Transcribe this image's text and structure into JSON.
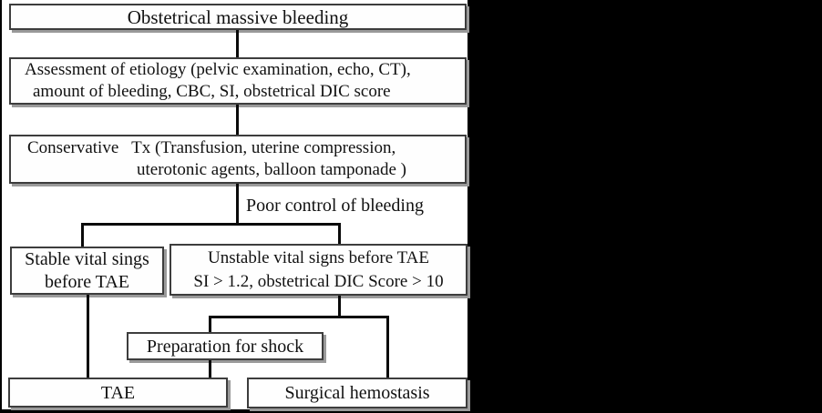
{
  "figure": {
    "background_color": "#000000",
    "panel_color": "#ffffff"
  },
  "nodes": {
    "root": {
      "label": "Obstetrical massive bleeding"
    },
    "assessment": {
      "line1": "Assessment of etiology (pelvic examination, echo, CT),",
      "line2": "amount of bleeding, CBC, SI, obstetrical DIC score"
    },
    "conservative": {
      "line1": "Conservative   Tx (Transfusion, uterine compression,",
      "line2": "uterotonic agents, balloon tamponade )"
    },
    "stable": {
      "line1": "Stable vital sings",
      "line2": "before TAE"
    },
    "unstable": {
      "line1": "Unstable vital signs before TAE",
      "line2": "SI > 1.2, obstetrical DIC Score > 10"
    },
    "preparation": {
      "label": "Preparation for shock"
    },
    "tae": {
      "label": "TAE"
    },
    "surgical": {
      "label": "Surgical hemostasis"
    }
  },
  "edge_labels": {
    "poor_control": "Poor control of bleeding"
  },
  "colors": {
    "connector": "#0a0a0a",
    "box_border": "#3d3d3d",
    "box_shadow": "#9a9a9a",
    "text": "#111111"
  }
}
